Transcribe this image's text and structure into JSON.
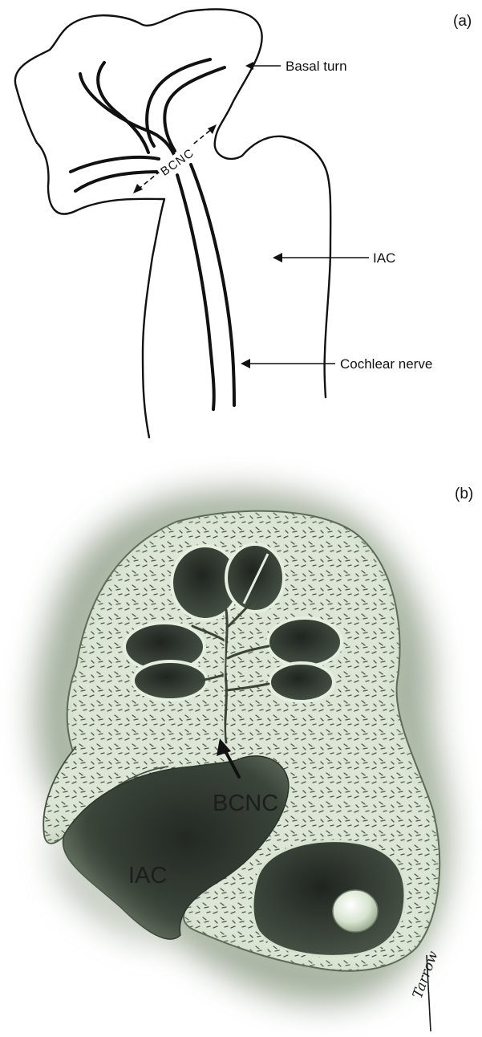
{
  "panel_a": {
    "label": "(a)",
    "annotations": {
      "basal_turn": "Basal turn",
      "bcnc": "BCNC",
      "iac": "IAC",
      "cochlear_nerve": "Cochlear nerve"
    }
  },
  "panel_b": {
    "label": "(b)",
    "annotations": {
      "bcnc": "BCNC",
      "iac": "IAC"
    },
    "signature": "Tarrow"
  },
  "colors": {
    "line": "#111111",
    "bone_fill": "#dde6d6",
    "dark_cavity": "#3a4238",
    "halo": "#7f8e78"
  }
}
